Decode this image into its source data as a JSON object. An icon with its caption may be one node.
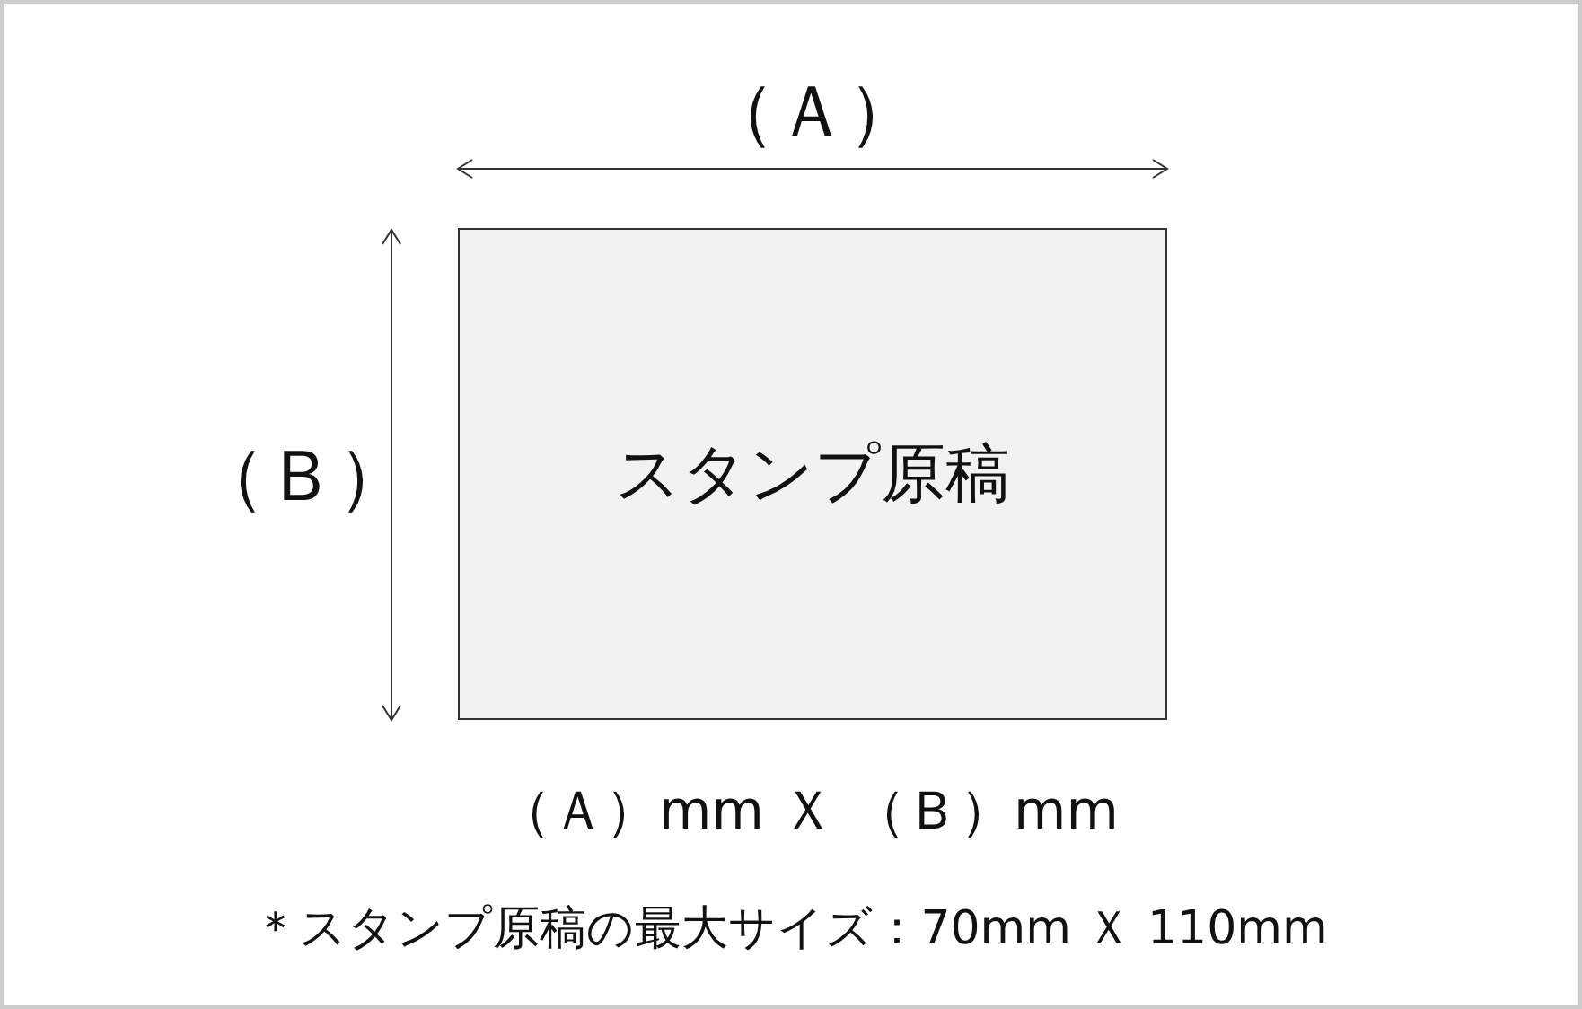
{
  "diagram": {
    "nodes": [
      {
        "text": [
          "スタンプ原稿"
        ]
      }
    ],
    "labels": [
      "（Ａ）",
      "（Ｂ）",
      "（Ａ）mm Ｘ （Ｂ）mm",
      "＊スタンプ原稿の最大サイズ：70mm Ｘ 110mm"
    ]
  }
}
